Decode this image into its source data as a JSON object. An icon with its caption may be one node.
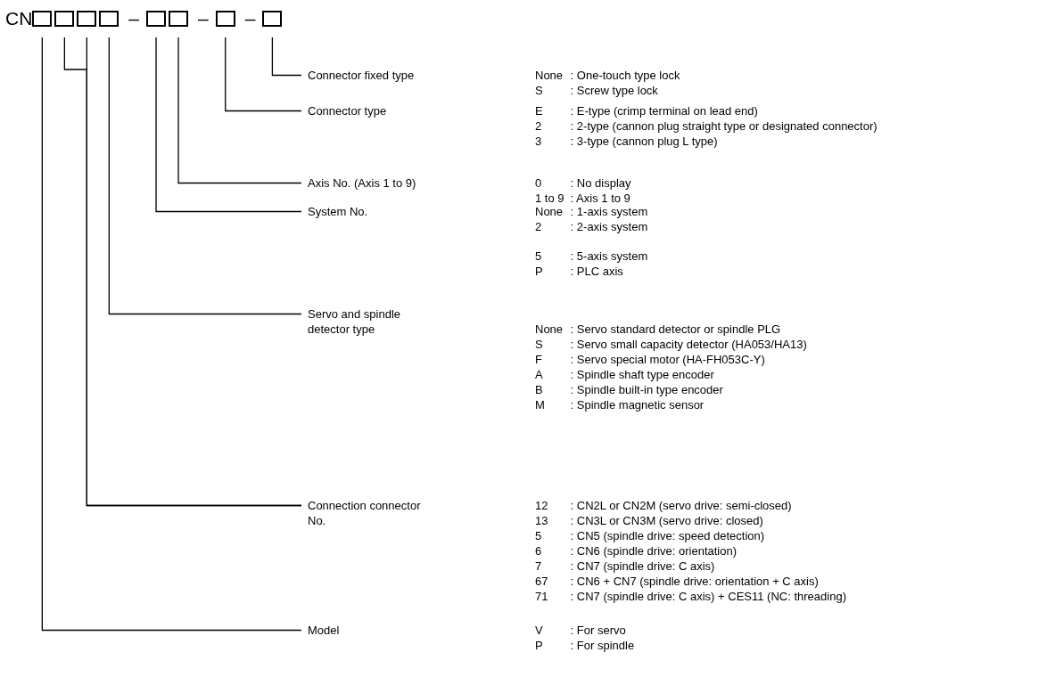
{
  "diagram": {
    "nodes": [
      {
        "text": [],
        "shape": "box"
      },
      {
        "text": [],
        "shape": "box"
      },
      {
        "text": [],
        "shape": "box"
      },
      {
        "text": [],
        "shape": "box"
      },
      {
        "text": [],
        "shape": "box"
      },
      {
        "text": [],
        "shape": "box"
      },
      {
        "text": [],
        "shape": "box"
      },
      {
        "text": [],
        "shape": "box"
      },
      {
        "text": [
          "Connector fixed type"
        ],
        "beside": [
          "None : One-touch type lock",
          "S : Screw type lock"
        ]
      },
      {
        "text": [
          "Connector type"
        ],
        "beside": [
          "E : E-type (crimp terminal on lead end)",
          "2 : 2-type (cannon plug straight type or designated connector)",
          "3 : 3-type (cannon plug L type)"
        ]
      },
      {
        "text": [
          "Axis No. (Axis 1 to 9)"
        ],
        "beside": [
          "0 : No display",
          "1 to 9 : Axis 1 to 9"
        ]
      },
      {
        "text": [
          "System No."
        ],
        "beside": [
          "None : 1-axis system",
          "2 : 2-axis system",
          "5 : 5-axis system",
          "P : PLC axis"
        ]
      },
      {
        "text": [
          "Servo and spindle detector type"
        ],
        "beside": [
          "None : Servo standard detector or spindle PLG",
          "S : Servo small capacity detector (HA053/HA13)",
          "F : Servo special motor (HA-FH053C-Y)",
          "A : Spindle shaft type encoder",
          "B : Spindle built-in type encoder",
          "M : Spindle magnetic sensor"
        ]
      },
      {
        "text": [
          "Connection connector No."
        ],
        "beside": [
          "12 : CN2L or CN2M (servo drive: semi-closed)",
          "13 : CN3L or CN3M (servo drive: closed)",
          "5 : CN5 (spindle drive: speed detection)",
          "6 : CN6 (spindle drive: orientation)",
          "7 : CN7 (spindle drive: C axis)",
          "67 : CN6 + CN7 (spindle drive: orientation + C axis)",
          "71 : CN7 (spindle drive: C axis) + CES11 (NC: threading)"
        ]
      },
      {
        "text": [
          "Model"
        ],
        "beside": [
          "V : For servo",
          "P : For spindle"
        ]
      }
    ],
    "edges": [
      {
        "from": 8,
        "to": 7,
        "arrow": "none"
      },
      {
        "from": 9,
        "to": 6,
        "arrow": "none"
      },
      {
        "from": 10,
        "to": 5,
        "arrow": "none"
      },
      {
        "from": 11,
        "to": 4,
        "arrow": "none"
      },
      {
        "from": 12,
        "to": 3,
        "arrow": "none"
      },
      {
        "from": 13,
        "to": 1,
        "arrow": "none"
      },
      {
        "from": 13,
        "to": 2,
        "arrow": "none"
      },
      {
        "from": 14,
        "to": 0,
        "arrow": "none"
      }
    ],
    "labels": [
      "CN",
      "–",
      "–",
      "–"
    ]
  }
}
